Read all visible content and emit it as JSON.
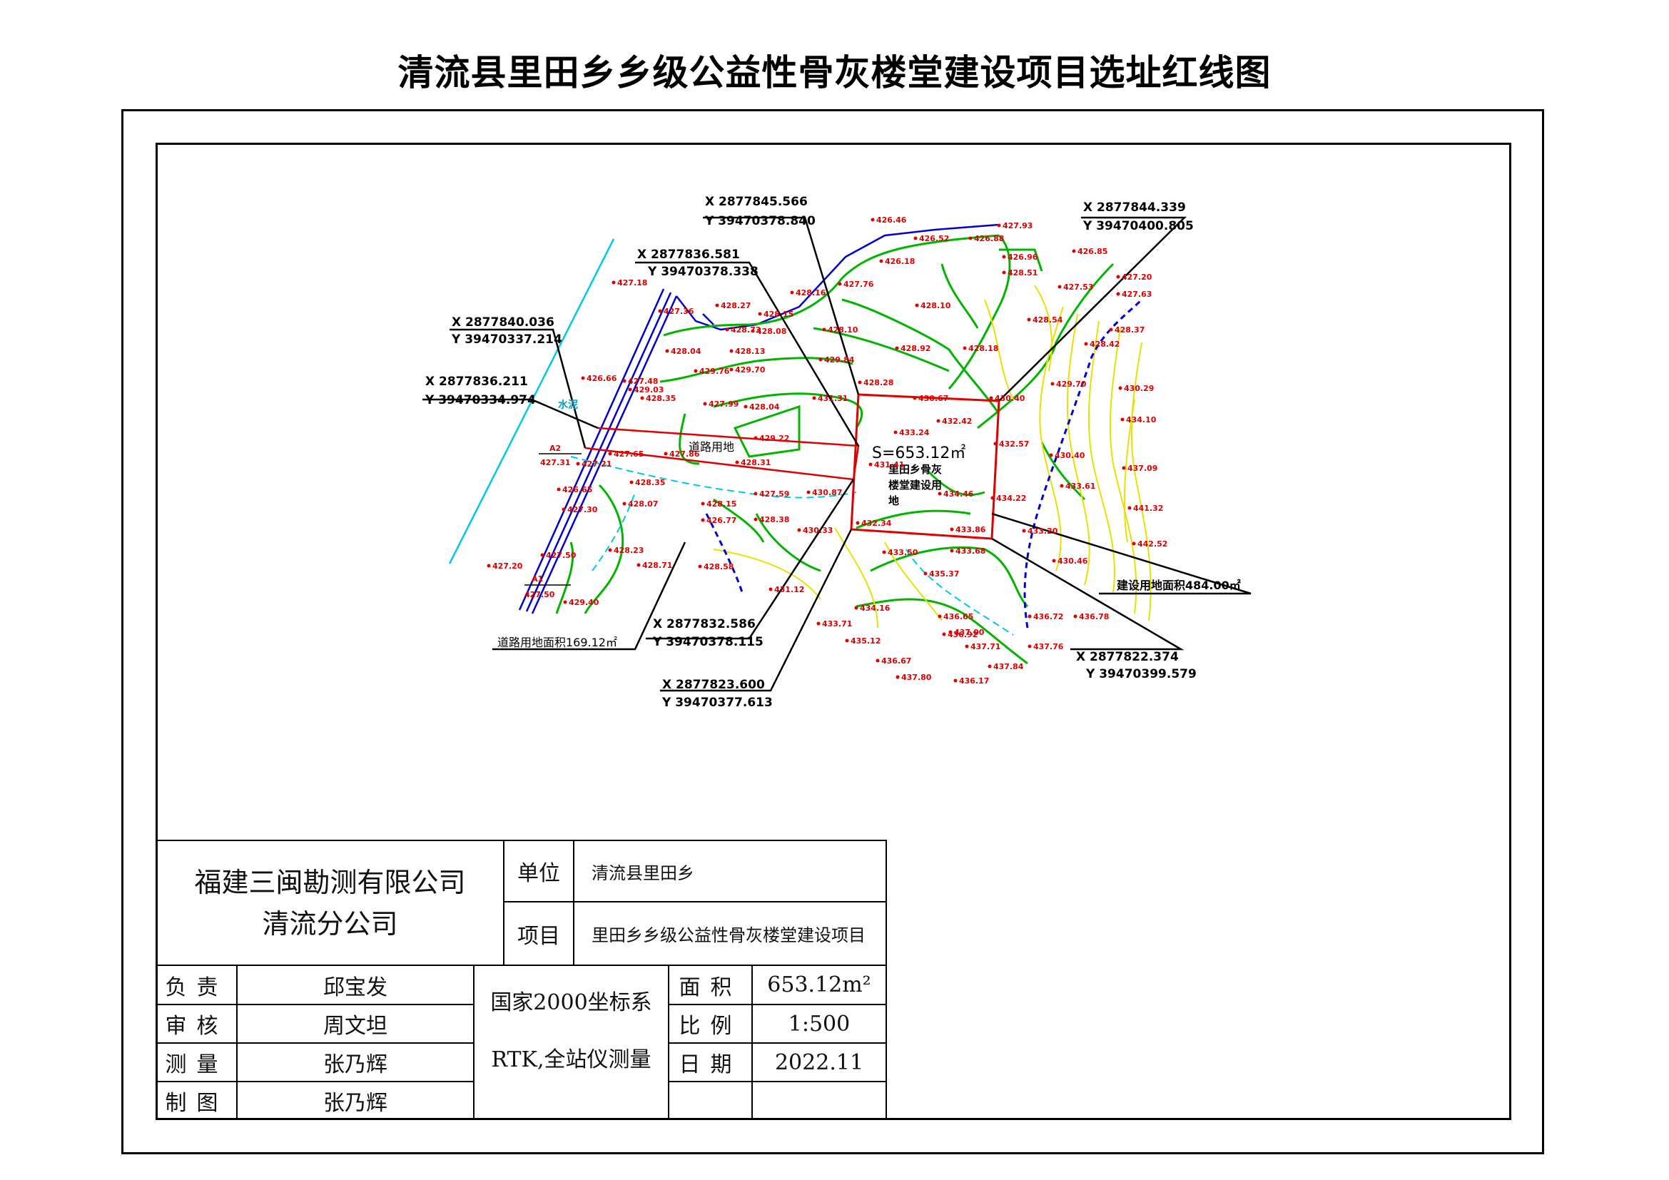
{
  "title": "清流县里田乡乡级公益性骨灰楼堂建设项目选址红线图",
  "colors": {
    "boundary": "#e00000",
    "contour_green": "#00b400",
    "contour_yellow": "#e8e000",
    "water_cyan": "#00c8e8",
    "road_blue": "#0000d0",
    "elevation": "#e00000"
  },
  "map": {
    "coords": [
      {
        "x": "X 2877845.566",
        "y": "Y 39470378.840"
      },
      {
        "x": "X 2877844.339",
        "y": "Y 39470400.805"
      },
      {
        "x": "X 2877836.581",
        "y": "Y 39470378.338"
      },
      {
        "x": "X 2877840.036",
        "y": "Y 39470337.214"
      },
      {
        "x": "X 2877836.211",
        "y": "Y 39470334.974"
      },
      {
        "x": "X 2877832.586",
        "y": "Y 39470378.115"
      },
      {
        "x": "X 2877823.600",
        "y": "Y 39470377.613"
      },
      {
        "x": "X 2877822.374",
        "y": "Y 39470399.579"
      }
    ],
    "area_label": "S=653.12㎡",
    "site_label": [
      "里田乡骨灰",
      "楼堂建设用",
      "地"
    ],
    "road_label": "道路用地",
    "cement_label": "水泥",
    "road_area_label": "道路用地面积169.12㎡",
    "build_area_label": "建设用地面积484.00㎡",
    "point_a1": "A1",
    "point_a2": "A2",
    "a1_elev": "427.50",
    "a2_elev": "427.31",
    "elevations": [
      "426.46",
      "426.52",
      "426.88",
      "427.93",
      "426.18",
      "426.96",
      "426.85",
      "427.20",
      "427.18",
      "428.16",
      "427.76",
      "428.51",
      "427.53",
      "427.63",
      "427.36",
      "428.27",
      "428.15",
      "428.10",
      "428.54",
      "428.37",
      "428.04",
      "428.73",
      "428.08",
      "428.10",
      "428.92",
      "428.18",
      "428.42",
      "426.66",
      "427.48",
      "428.13",
      "429.76",
      "429.70",
      "429.84",
      "428.28",
      "429.70",
      "430.29",
      "429.03",
      "427.99",
      "428.04",
      "431.31",
      "430.67",
      "430.40",
      "428.35",
      "433.24",
      "432.42",
      "434.10",
      "429.22",
      "431.41",
      "432.57",
      "430.40",
      "427.65",
      "427.86",
      "428.31",
      "437.09",
      "427.21",
      "428.35",
      "427.59",
      "430.87",
      "433.61",
      "426.65",
      "428.07",
      "428.15",
      "428.38",
      "434.46",
      "434.22",
      "441.32",
      "427.30",
      "426.77",
      "430.33",
      "432.34",
      "433.86",
      "433.20",
      "442.52",
      "427.50",
      "428.23",
      "428.71",
      "428.58",
      "433.50",
      "433.68",
      "430.46",
      "427.20",
      "431.12",
      "435.37",
      "429.40",
      "433.71",
      "434.16",
      "436.65",
      "436.92",
      "436.72",
      "436.78",
      "435.12",
      "437.00",
      "437.71",
      "437.76",
      "436.67",
      "437.84",
      "437.80",
      "436.17"
    ]
  },
  "title_block": {
    "company_line1": "福建三闽勘测有限公司",
    "company_line2": "清流分公司",
    "unit_label": "单位",
    "unit_value": "清流县里田乡",
    "project_label": "项目",
    "project_value": "里田乡乡级公益性骨灰楼堂建设项目",
    "rows": [
      {
        "label": "负责",
        "value": "邱宝发"
      },
      {
        "label": "审核",
        "value": "周文坦"
      },
      {
        "label": "测量",
        "value": "张乃辉"
      },
      {
        "label": "制图",
        "value": "张乃辉"
      }
    ],
    "coord_system": "国家2000坐标系",
    "method": "RTK,全站仪测量",
    "area_label": "面积",
    "area_value": "653.12m²",
    "scale_label": "比例",
    "scale_value": "1:500",
    "date_label": "日期",
    "date_value": "2022.11"
  }
}
